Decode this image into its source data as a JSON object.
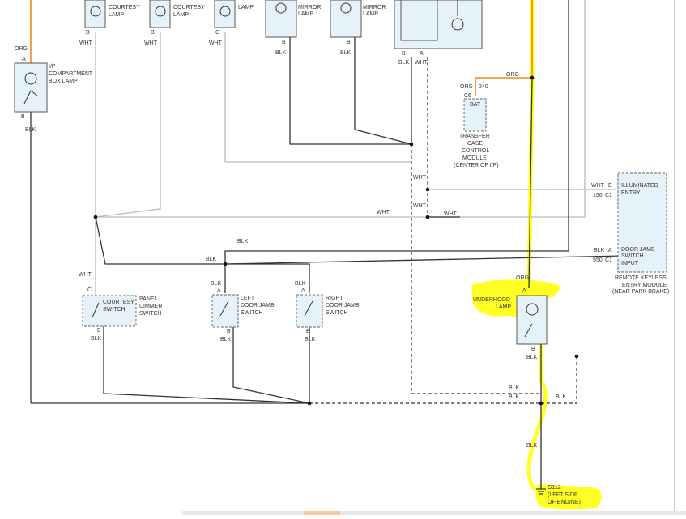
{
  "labels": {
    "courtesy_lamp_1": "COURTESY",
    "courtesy_lamp_1b": "LAMP",
    "courtesy_lamp_2": "COURTESY",
    "courtesy_lamp_2b": "LAMP",
    "lamp_top": "LAMP",
    "mirror_lamp_1": "MIRROR",
    "mirror_lamp_1b": "LAMP",
    "mirror_lamp_2": "MIRROR",
    "mirror_lamp_2b": "LAMP",
    "ip_box_lamp_1": "I/P",
    "ip_box_lamp_2": "COMPARTMENT",
    "ip_box_lamp_3": "BOX LAMP",
    "tccm_1": "TRANSFER",
    "tccm_2": "CASE",
    "tccm_3": "CONTROL",
    "tccm_4": "MODULE",
    "tccm_5": "(CENTER OF I/P)",
    "bat": "BAT",
    "c6": "C6",
    "n240": "240",
    "illum_entry_1": "ILLUMINATED",
    "illum_entry_2": "ENTRY",
    "door_jamb_in_1": "DOOR JAMB",
    "door_jamb_in_2": "SWITCH",
    "door_jamb_in_3": "INPUT",
    "rke_1": "REMOTE KEYLESS",
    "rke_2": "ENTRY MODULE",
    "rke_3": "(NEAR PARK BRAKE)",
    "courtesy_switch_1": "COURTESY",
    "courtesy_switch_2": "SWITCH",
    "panel_dimmer_1": "PANEL",
    "panel_dimmer_2": "DIMMER",
    "panel_dimmer_3": "SWITCH",
    "left_dj_1": "LEFT",
    "left_dj_2": "DOOR JAMB",
    "left_dj_3": "SWITCH",
    "right_dj_1": "RIGHT",
    "right_dj_2": "DOOR JAMB",
    "right_dj_3": "SWITCH",
    "underhood_1": "UNDERHOOD",
    "underhood_2": "LAMP",
    "g112": "G112",
    "g112_loc_1": "(LEFT SIDE",
    "g112_loc_2": "OF ENGINE)"
  },
  "wire_colors": {
    "org": "ORG",
    "wht": "WHT",
    "blk": "BLK"
  },
  "pins": {
    "a": "A",
    "b": "B",
    "c": "C",
    "e": "E",
    "c1": "C1",
    "n156": "156",
    "n550": "550"
  },
  "colors": {
    "wire_dark": "#333333",
    "wire_white": "#bbbbbb",
    "wire_orange": "#f08a1c",
    "component_fill": "#e6f2fa",
    "highlight": "#ffff00"
  }
}
